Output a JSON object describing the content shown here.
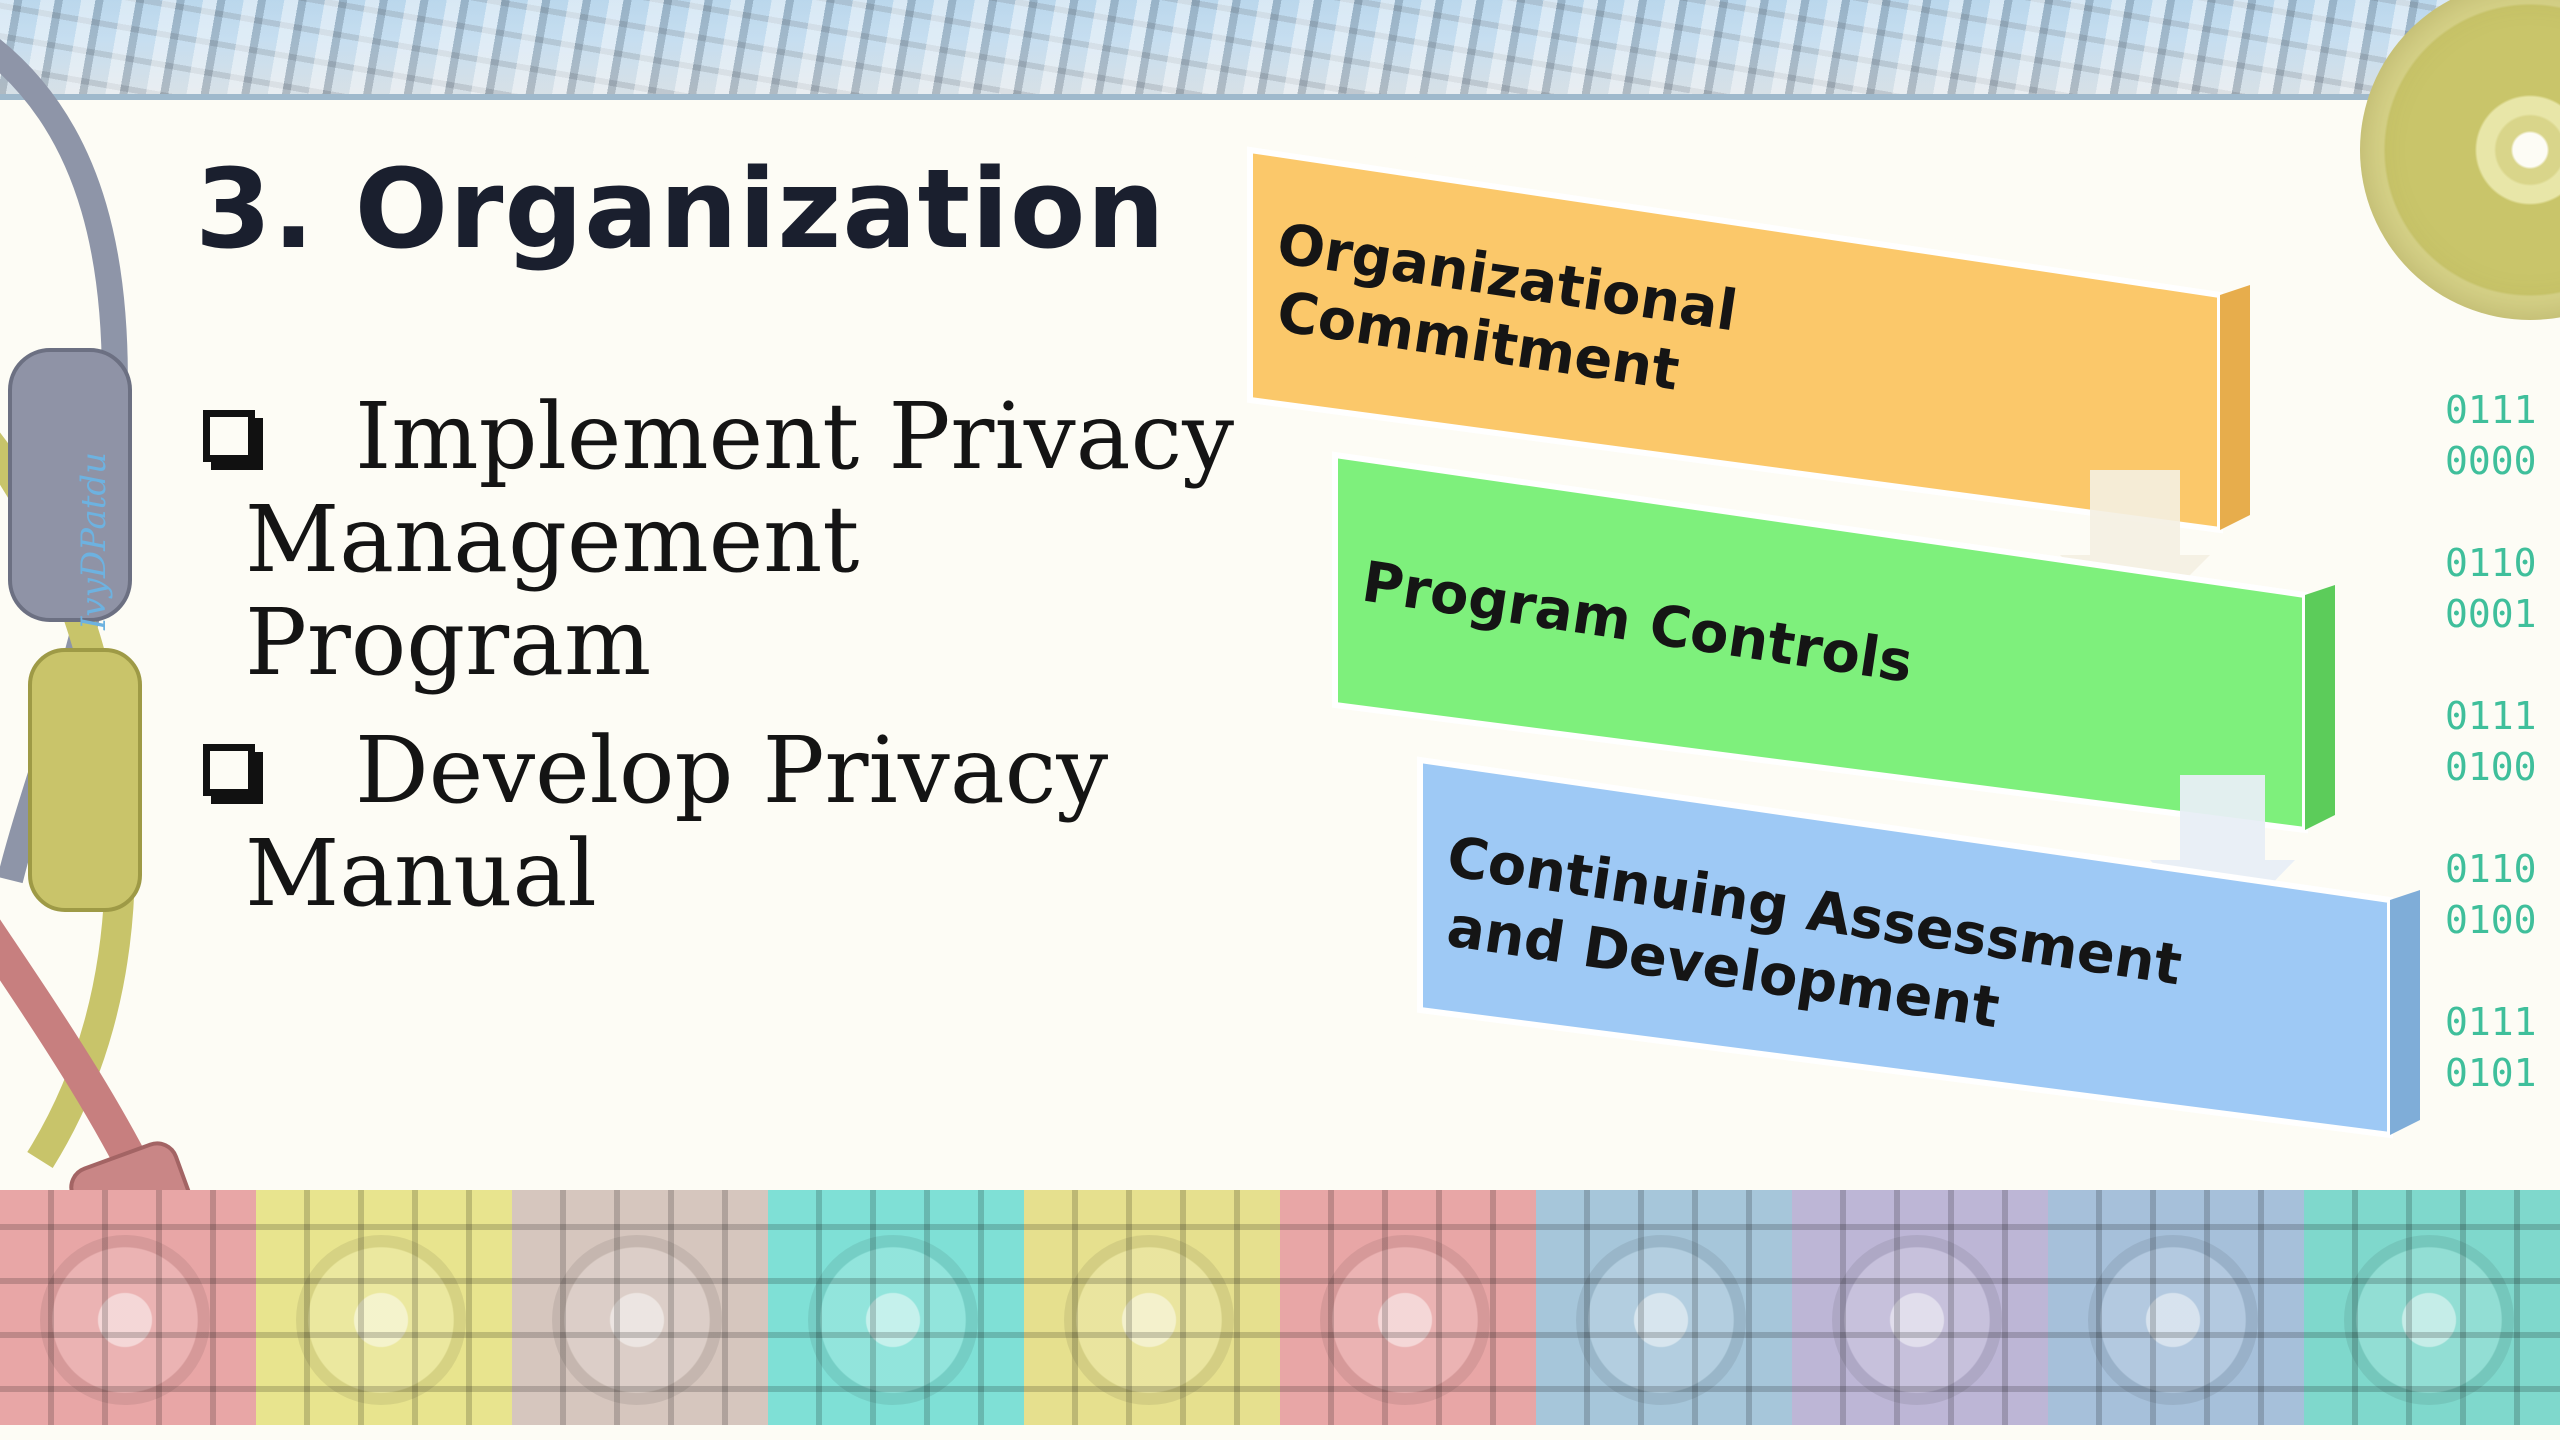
{
  "slide": {
    "title": "3. Organization",
    "bullets": [
      {
        "line1": "Implement Privacy",
        "line2": "Management Program"
      },
      {
        "line1": "Develop Privacy",
        "line2": "Manual"
      }
    ],
    "watermark": "IvyDPatdu"
  },
  "diagram": {
    "stages": [
      {
        "line1": "Organizational",
        "line2": "Commitment",
        "color": "#fbc86a"
      },
      {
        "line1": "Program Controls",
        "line2": "",
        "color": "#7ef07c"
      },
      {
        "line1": "Continuing Assessment",
        "line2": "and Development",
        "color": "#9ec9f5"
      }
    ]
  },
  "binary": [
    [
      "0111",
      "0000"
    ],
    [
      "0110",
      "0001"
    ],
    [
      "0111",
      "0100"
    ],
    [
      "0110",
      "0100"
    ],
    [
      "0111",
      "0101"
    ]
  ],
  "colors": {
    "tiles": [
      "#e8a6a6",
      "#e8e48e",
      "#d6c6be",
      "#7fe0d6",
      "#e6e08e",
      "#e8a6a6",
      "#a6c6da",
      "#bdb6d6",
      "#a6c0da",
      "#7fd8cc"
    ]
  }
}
